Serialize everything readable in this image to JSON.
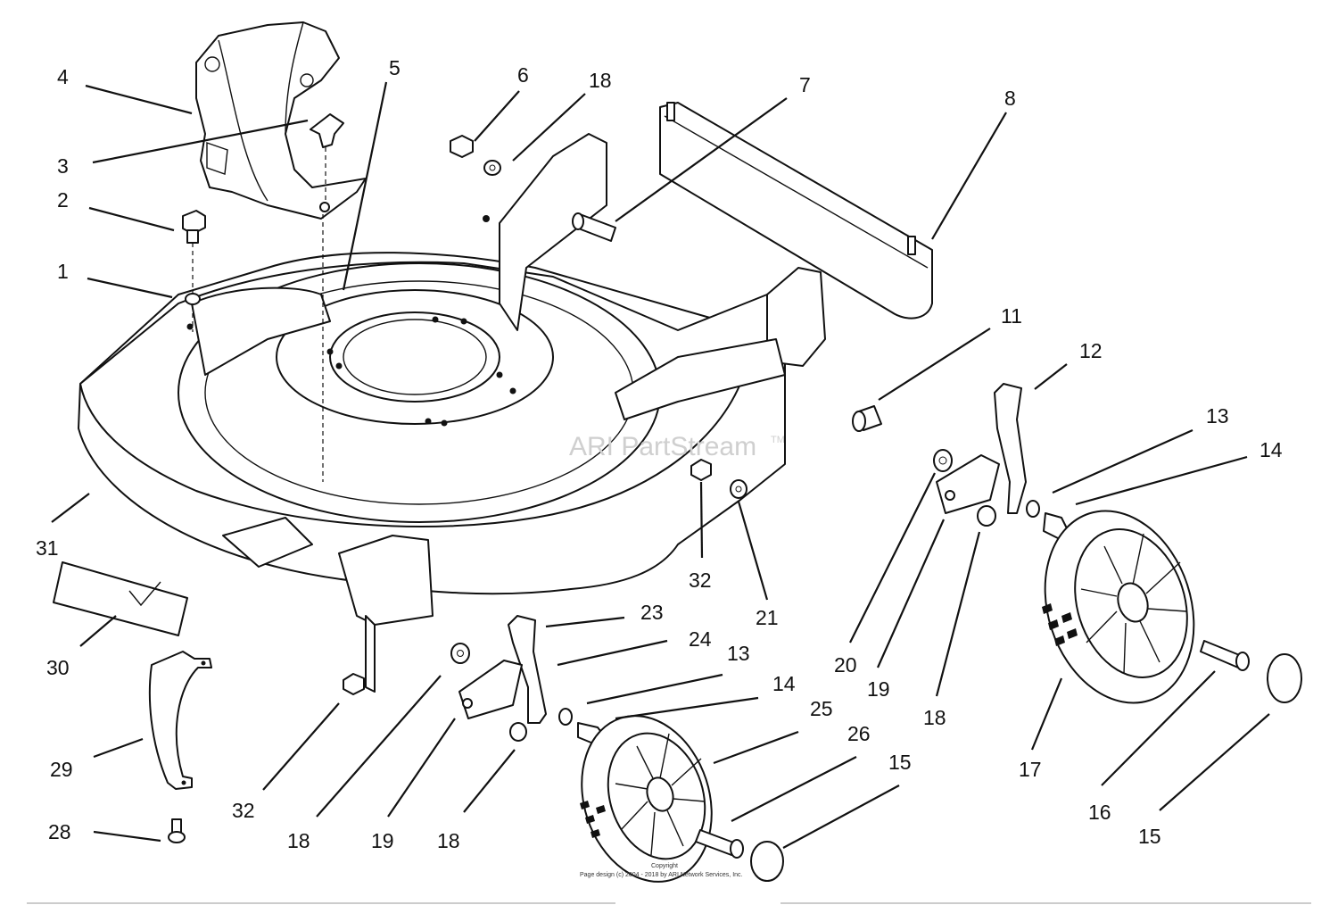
{
  "watermark": {
    "text": "ARI PartStream",
    "mark": "TM"
  },
  "copyright": {
    "line1": "Copyright",
    "line2": "Page design (c) 2004 - 2018 by ARI Network Services, Inc."
  },
  "labels": [
    {
      "id": "l4",
      "text": "4"
    },
    {
      "id": "l3",
      "text": "3"
    },
    {
      "id": "l5",
      "text": "5"
    },
    {
      "id": "l2",
      "text": "2"
    },
    {
      "id": "l1",
      "text": "1"
    },
    {
      "id": "l6",
      "text": "6"
    },
    {
      "id": "l18a",
      "text": "18"
    },
    {
      "id": "l7",
      "text": "7"
    },
    {
      "id": "l8",
      "text": "8"
    },
    {
      "id": "l11",
      "text": "11"
    },
    {
      "id": "l12",
      "text": "12"
    },
    {
      "id": "l13a",
      "text": "13"
    },
    {
      "id": "l14a",
      "text": "14"
    },
    {
      "id": "l31",
      "text": "31"
    },
    {
      "id": "l32a",
      "text": "32"
    },
    {
      "id": "l21",
      "text": "21"
    },
    {
      "id": "l20",
      "text": "20"
    },
    {
      "id": "l19a",
      "text": "19"
    },
    {
      "id": "l18b",
      "text": "18"
    },
    {
      "id": "l17",
      "text": "17"
    },
    {
      "id": "l16",
      "text": "16"
    },
    {
      "id": "l15a",
      "text": "15"
    },
    {
      "id": "l30",
      "text": "30"
    },
    {
      "id": "l23",
      "text": "23"
    },
    {
      "id": "l24",
      "text": "24"
    },
    {
      "id": "l13b",
      "text": "13"
    },
    {
      "id": "l14b",
      "text": "14"
    },
    {
      "id": "l25",
      "text": "25"
    },
    {
      "id": "l26",
      "text": "26"
    },
    {
      "id": "l15b",
      "text": "15"
    },
    {
      "id": "l29",
      "text": "29"
    },
    {
      "id": "l32b",
      "text": "32"
    },
    {
      "id": "l18c",
      "text": "18"
    },
    {
      "id": "l19b",
      "text": "19"
    },
    {
      "id": "l18d",
      "text": "18"
    },
    {
      "id": "l28",
      "text": "28"
    }
  ]
}
